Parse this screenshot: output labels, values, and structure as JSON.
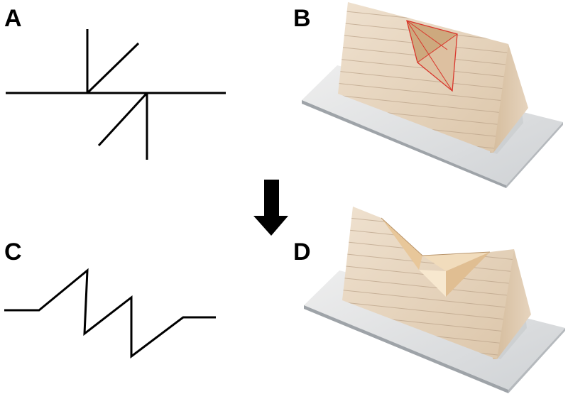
{
  "panels": {
    "a": {
      "label": "A"
    },
    "b": {
      "label": "B"
    },
    "c": {
      "label": "C"
    },
    "d": {
      "label": "D"
    }
  },
  "colors": {
    "line": "#000000",
    "paper": "#e9d8c4",
    "paper_shadow": "#d8c2a6",
    "paper_dark": "#c7ad8d",
    "base_top": "#dddddd",
    "base_side": "#9ea3a8",
    "crease": "#d9352b"
  },
  "icons": {
    "transition": "arrow-down-icon"
  }
}
